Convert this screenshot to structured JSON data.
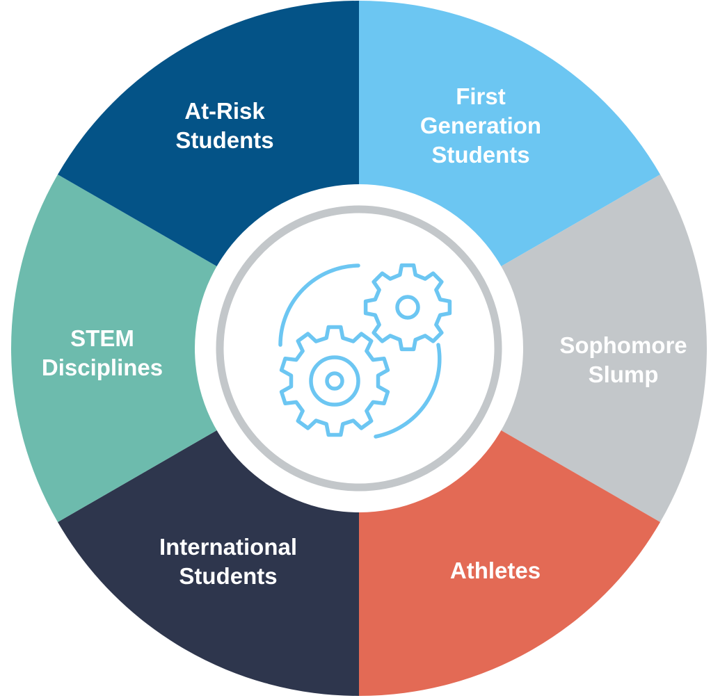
{
  "segments": [
    {
      "id": "first-generation-students",
      "lines": [
        "First",
        "Generation",
        "Students"
      ],
      "color": "#6cc6f2"
    },
    {
      "id": "sophomore-slump",
      "lines": [
        "Sophomore",
        "Slump"
      ],
      "color": "#c3c7ca"
    },
    {
      "id": "athletes",
      "lines": [
        "Athletes"
      ],
      "color": "#e36a55"
    },
    {
      "id": "international-students",
      "lines": [
        "International",
        "Students"
      ],
      "color": "#2e364d"
    },
    {
      "id": "stem-disciplines",
      "lines": [
        "STEM",
        "Disciplines"
      ],
      "color": "#6dbbad"
    },
    {
      "id": "at-risk-students",
      "lines": [
        "At-Risk",
        "Students"
      ],
      "color": "#045387"
    }
  ],
  "center": {
    "icon": "gears-icon",
    "ring_color": "#c3c7ca",
    "icon_color": "#6cc6f2"
  }
}
